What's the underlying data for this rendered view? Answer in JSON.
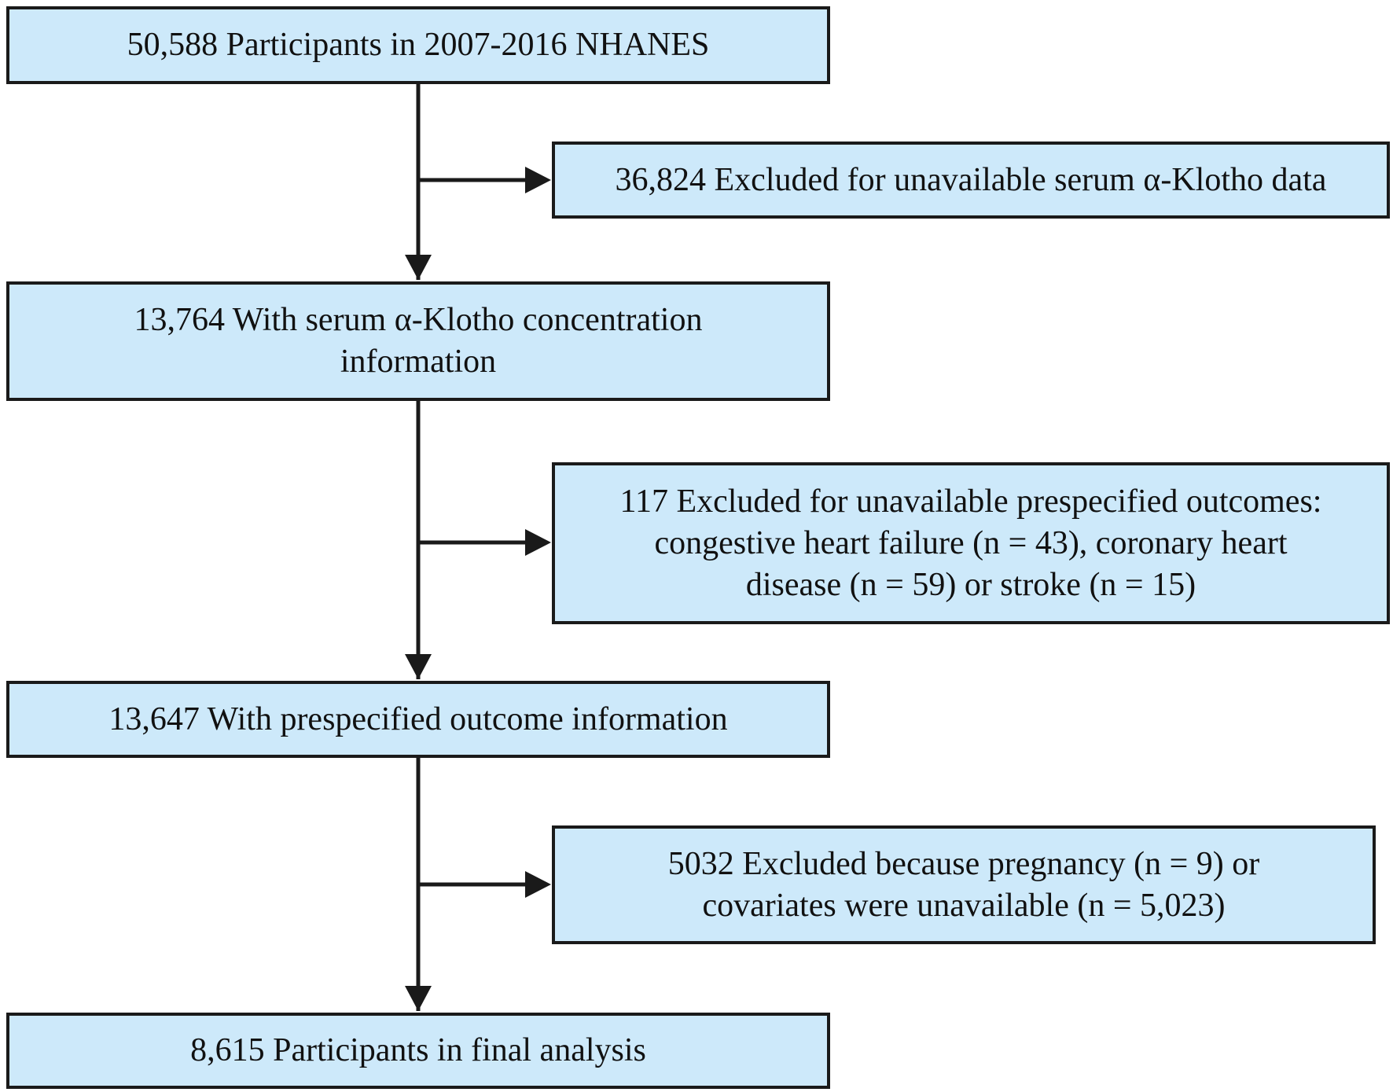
{
  "flowchart": {
    "main_steps": [
      {
        "id": "step-1",
        "lines": [
          "50,588 Participants in 2007-2016 NHANES"
        ]
      },
      {
        "id": "step-2",
        "lines": [
          "13,764 With serum α-Klotho concentration",
          "information"
        ]
      },
      {
        "id": "step-3",
        "lines": [
          "13,647 With prespecified outcome information"
        ]
      },
      {
        "id": "step-4",
        "lines": [
          "8,615 Participants in final analysis"
        ]
      }
    ],
    "exclusions": [
      {
        "id": "exclusion-1",
        "lines": [
          "36,824 Excluded for unavailable serum α-Klotho data"
        ]
      },
      {
        "id": "exclusion-2",
        "lines": [
          "117 Excluded for unavailable prespecified outcomes:",
          "congestive heart failure (n = 43), coronary heart",
          "disease (n = 59) or stroke (n = 15)"
        ]
      },
      {
        "id": "exclusion-3",
        "lines": [
          "5032 Excluded because pregnancy (n = 9) or",
          "covariates were unavailable (n = 5,023)"
        ]
      }
    ],
    "colors": {
      "box_fill": "#cde9fa",
      "box_border": "#1a1a1a",
      "arrow": "#1a1a1a"
    }
  }
}
